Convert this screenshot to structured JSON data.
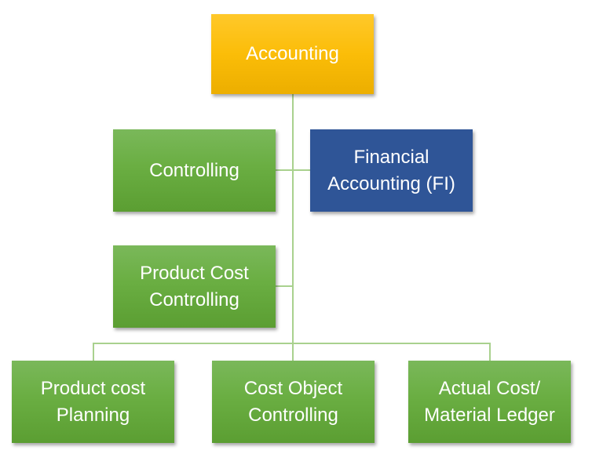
{
  "diagram": {
    "type": "org-chart",
    "colors": {
      "root": "#fbbd08",
      "green": "#6aae42",
      "blue": "#2f5597",
      "connector": "#a9d18e"
    },
    "root": {
      "label": "Accounting"
    },
    "level1": [
      {
        "label": "Controlling",
        "side": "left"
      },
      {
        "label": "Financial Accounting (FI)",
        "line1": "Financial",
        "line2": "Accounting (FI)",
        "side": "right"
      }
    ],
    "level2": {
      "label": "Product Cost Controlling",
      "line1": "Product Cost",
      "line2": "Controlling"
    },
    "leaves": [
      {
        "label": "Product cost Planning",
        "line1": "Product cost",
        "line2": "Planning"
      },
      {
        "label": "Cost Object Controlling",
        "line1": "Cost Object",
        "line2": "Controlling"
      },
      {
        "label": "Actual Cost/ Material Ledger",
        "line1": "Actual Cost/",
        "line2": "Material Ledger"
      }
    ]
  }
}
